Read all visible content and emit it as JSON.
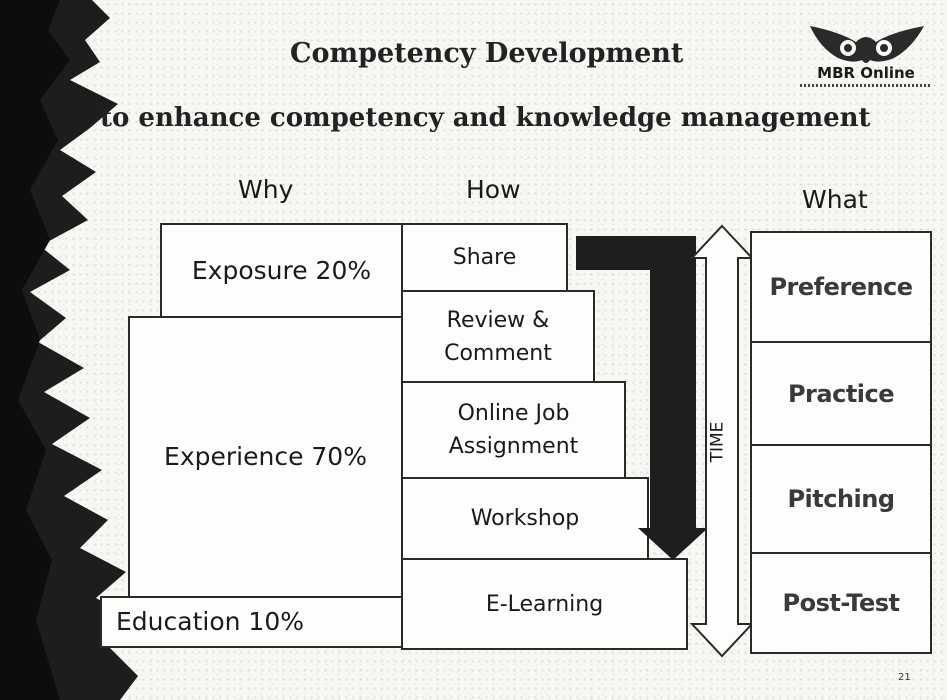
{
  "title": "Competency Development",
  "subtitle": "to enhance competency and knowledge management",
  "logo": {
    "text": "MBR Online"
  },
  "columns": {
    "why": "Why",
    "how": "How",
    "what": "What"
  },
  "why": {
    "exposure": "Exposure 20%",
    "experience": "Experience 70%",
    "education": "Education 10%"
  },
  "how": {
    "share": "Share",
    "review": "Review &\nComment",
    "online_job": "Online Job\nAssignment",
    "workshop": "Workshop",
    "elearning": "E-Learning"
  },
  "what": [
    "Preference",
    "Practice",
    "Pitching",
    "Post-Test"
  ],
  "time_label": "TIME",
  "page_number": "21",
  "colors": {
    "arrow": "#1e1e1e",
    "border": "#2a2a2a",
    "background": "#f7f7f4"
  }
}
